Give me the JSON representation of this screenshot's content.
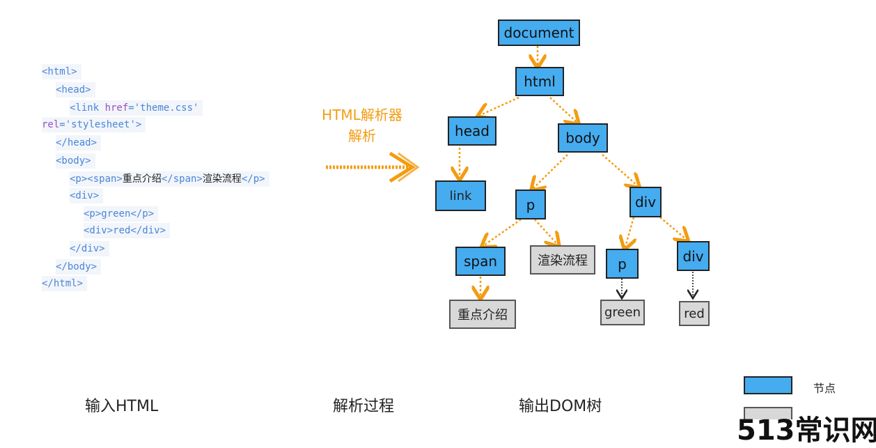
{
  "code": {
    "lines": [
      {
        "parts": [
          {
            "t": "<html>",
            "c": "tag"
          }
        ]
      },
      {
        "parts": [
          {
            "t": "<head>",
            "c": "tag"
          }
        ]
      },
      {
        "parts": [
          {
            "t": "<link ",
            "c": "tag"
          },
          {
            "t": "href",
            "c": "attr"
          },
          {
            "t": "='theme.css'",
            "c": "tag"
          }
        ]
      },
      {
        "parts": [
          {
            "t": "rel",
            "c": "attr"
          },
          {
            "t": "='stylesheet'>",
            "c": "tag"
          }
        ]
      },
      {
        "parts": [
          {
            "t": "</head>",
            "c": "tag"
          }
        ]
      },
      {
        "parts": [
          {
            "t": "<body>",
            "c": "tag"
          }
        ]
      },
      {
        "parts": [
          {
            "t": "<p><span>",
            "c": "tag"
          },
          {
            "t": "重点介绍",
            "c": "txt"
          },
          {
            "t": "</span>",
            "c": "tag"
          },
          {
            "t": "渲染流程",
            "c": "txt"
          },
          {
            "t": "</p>",
            "c": "tag"
          }
        ]
      },
      {
        "parts": [
          {
            "t": "<div>",
            "c": "tag"
          }
        ]
      },
      {
        "parts": [
          {
            "t": "<p>",
            "c": "tag"
          },
          {
            "t": "green",
            "c": "tag"
          },
          {
            "t": "</p>",
            "c": "tag"
          }
        ]
      },
      {
        "parts": [
          {
            "t": "<div>",
            "c": "tag"
          },
          {
            "t": "red",
            "c": "tag"
          },
          {
            "t": "</div>",
            "c": "tag"
          }
        ]
      },
      {
        "parts": [
          {
            "t": "</div>",
            "c": "tag"
          }
        ]
      },
      {
        "parts": [
          {
            "t": "</body>",
            "c": "tag"
          }
        ]
      },
      {
        "parts": [
          {
            "t": "</html>",
            "c": "tag"
          }
        ]
      }
    ]
  },
  "parser_label": {
    "line1": "HTML解析器",
    "line2": "解析"
  },
  "tree": {
    "document": "document",
    "html": "html",
    "head": "head",
    "body": "body",
    "link": "link",
    "p1": "p",
    "div1": "div",
    "span": "span",
    "text_render": "渲染流程",
    "p2": "p",
    "div2": "div",
    "text_intro": "重点介绍",
    "text_green": "green",
    "text_red": "red"
  },
  "captions": {
    "input": "输入HTML",
    "process": "解析过程",
    "output": "输出DOM树"
  },
  "legend": {
    "node_label": "节点"
  },
  "watermark": "513常识网",
  "colors": {
    "node": "#45acf0",
    "leaf": "#d8d8d8",
    "arrow": "#f39c12",
    "code_tag": "#4a86d8",
    "code_attr": "#9a4fc2"
  }
}
